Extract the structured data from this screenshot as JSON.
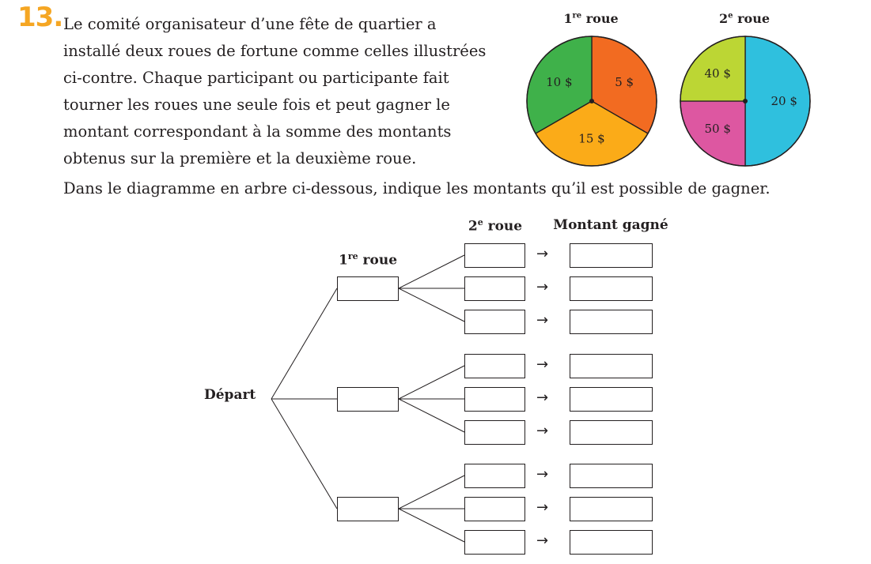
{
  "question": {
    "number": "13.",
    "intro_lines": [
      "Le comité organisateur d’une fête de quartier a",
      "installé deux roues de fortune comme celles illustrées",
      "ci-contre. Chaque participant ou participante fait",
      "tourner les roues une seule fois et peut gagner le",
      "montant correspondant à la somme des montants",
      "obtenus sur la première et la deuxième roue."
    ],
    "instruction": "Dans le diagramme en arbre ci-dessous, indique les montants qu’il est possible de gagner."
  },
  "wheels": [
    {
      "title_num": "1",
      "title_sup": "re",
      "title_word": "roue",
      "sectors": [
        {
          "label": "5 $",
          "color": "#f26b21",
          "start_deg": 0,
          "end_deg": 120
        },
        {
          "label": "15 $",
          "color": "#fbab18",
          "start_deg": 120,
          "end_deg": 240
        },
        {
          "label": "10 $",
          "color": "#3fb14a",
          "start_deg": 240,
          "end_deg": 360
        }
      ]
    },
    {
      "title_num": "2",
      "title_sup": "e",
      "title_word": "roue",
      "sectors": [
        {
          "label": "20 $",
          "color": "#2fc0de",
          "start_deg": 0,
          "end_deg": 180
        },
        {
          "label": "50 $",
          "color": "#dd57a1",
          "start_deg": 180,
          "end_deg": 270
        },
        {
          "label": "40 $",
          "color": "#bcd634",
          "start_deg": 270,
          "end_deg": 360
        }
      ]
    }
  ],
  "tree": {
    "start_label": "Départ",
    "level1_num": "1",
    "level1_sup": "re",
    "level1_word": "roue",
    "level2_num": "2",
    "level2_sup": "e",
    "level2_word": "roue",
    "result_header": "Montant gagné",
    "arrow": "→",
    "level1_count": 3,
    "level2_per_branch": 3
  }
}
